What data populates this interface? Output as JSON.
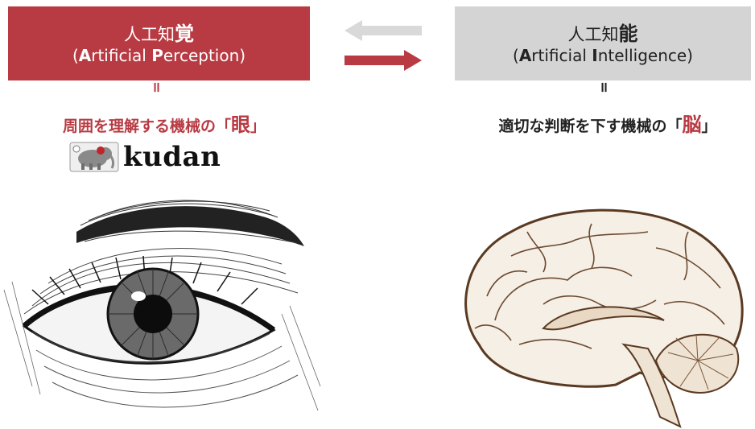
{
  "left_box": {
    "title_prefix": "人工知",
    "title_emph": "覚",
    "paren_open": "(",
    "a_letter": "A",
    "a_rest": "rtificial ",
    "b_letter": "P",
    "b_rest": "erception)"
  },
  "right_box": {
    "title_prefix": "人工知",
    "title_emph": "能",
    "paren_open": "(",
    "a_letter": "A",
    "a_rest": "rtificial ",
    "b_letter": "I",
    "b_rest": "ntelligence)"
  },
  "left_equals": "=",
  "right_equals": "=",
  "left_caption": {
    "text": "周囲を理解する機械の「",
    "emph": "眼",
    "close": "」"
  },
  "right_caption": {
    "text": "適切な判断を下す機械の「",
    "emph": "脳",
    "close": "」"
  },
  "logo": {
    "text": "kudan",
    "icon": "elephant-icon"
  },
  "illustrations": {
    "left": "eye-illustration",
    "right": "brain-illustration"
  },
  "colors": {
    "accent": "#b83b43",
    "grey_box": "#d4d4d4",
    "grey_arrow": "#d9d9d9",
    "text_dark": "#222222"
  }
}
